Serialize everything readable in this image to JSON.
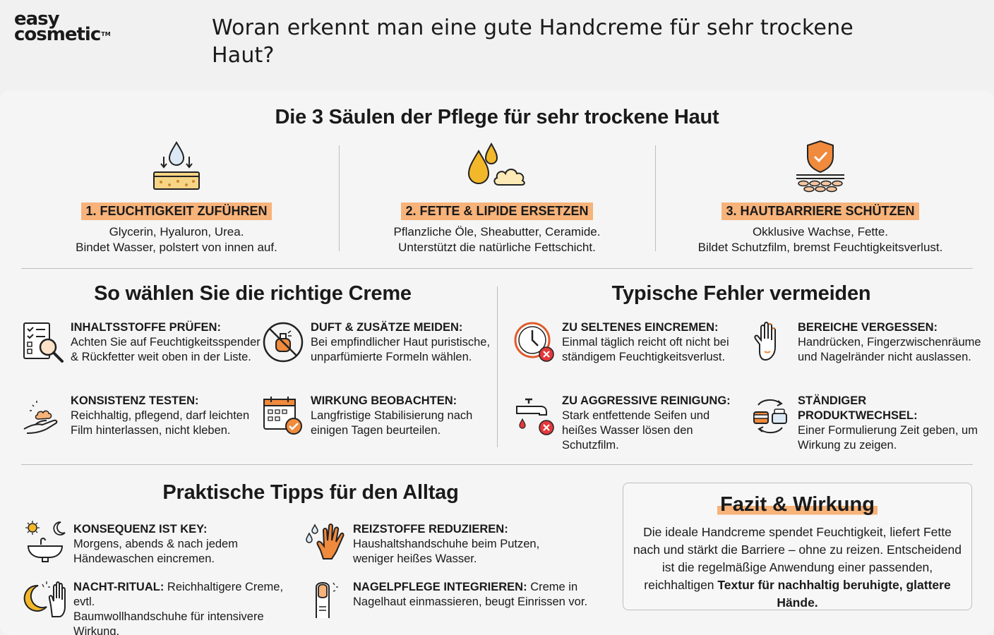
{
  "logo": {
    "line1": "easy",
    "line2": "cosmetic",
    "tm": "TM"
  },
  "question": "Woran erkennt man eine gute Handcreme für sehr trockene Haut?",
  "pillars_section": {
    "title": "Die 3 Säulen der Pflege für sehr trockene Haut",
    "items": [
      {
        "icon": "moisture-sponge-icon",
        "label": "1. FEUCHTIGKEIT ZUFÜHREN",
        "line1": "Glycerin, Hyaluron, Urea.",
        "line2": "Bindet Wasser, polstert von innen auf."
      },
      {
        "icon": "oil-drops-cream-icon",
        "label": "2. FETTE & LIPIDE ERSETZEN",
        "line1": "Pflanzliche Öle, Sheabutter, Ceramide.",
        "line2": "Unterstützt die natürliche Fettschicht."
      },
      {
        "icon": "shield-barrier-icon",
        "label": "3. HAUTBARRIERE SCHÜTZEN",
        "line1": "Okklusive Wachse, Fette.",
        "line2": "Bildet Schutzfilm, bremst Feuchtigkeitsverlust."
      }
    ]
  },
  "choose_section": {
    "title": "So wählen Sie die richtige Creme",
    "items": [
      {
        "icon": "ingredient-list-magnifier-icon",
        "title": "INHALTSSTOFFE PRÜFEN:",
        "line1": "Achten Sie auf Feuchtigkeitsspender",
        "line2": "& Rückfetter weit oben in der Liste."
      },
      {
        "icon": "no-perfume-icon",
        "title": "DUFT & ZUSÄTZE MEIDEN:",
        "line1": "Bei empfindlicher Haut puristische,",
        "line2": "unparfümierte Formeln wählen."
      },
      {
        "icon": "cream-on-hand-icon",
        "title": "KONSISTENZ TESTEN:",
        "line1": "Reichhaltig, pflegend, darf leichten",
        "line2": "Film hinterlassen, nicht kleben."
      },
      {
        "icon": "calendar-check-icon",
        "title": "WIRKUNG BEOBACHTEN:",
        "line1": "Langfristige Stabilisierung nach",
        "line2": "einigen Tagen beurteilen."
      }
    ]
  },
  "mistakes_section": {
    "title": "Typische Fehler vermeiden",
    "items": [
      {
        "icon": "clock-error-icon",
        "title": "ZU SELTENES EINCREMEN:",
        "line1": "Einmal täglich reicht oft nicht bei",
        "line2": "ständigem Feuchtigkeitsverlust."
      },
      {
        "icon": "hand-outline-icon",
        "title": "BEREICHE VERGESSEN:",
        "line1": "Handrücken, Fingerzwischenräume",
        "line2": "und Nagelränder nicht auslassen."
      },
      {
        "icon": "hot-water-tap-error-icon",
        "title": "ZU AGGRESSIVE REINIGUNG:",
        "line1": "Stark entfettende Seifen und",
        "line2": "heißes Wasser lösen den Schutzfilm."
      },
      {
        "icon": "product-switch-icon",
        "title": "STÄNDIGER PRODUKTWECHSEL:",
        "line1": "Einer Formulierung Zeit geben, um",
        "line2": "Wirkung zu zeigen."
      }
    ]
  },
  "tips_section": {
    "title": "Praktische Tipps für den Alltag",
    "items": [
      {
        "icon": "sun-moon-sink-icon",
        "title": "KONSEQUENZ IST KEY:",
        "line1": "Morgens, abends & nach jedem",
        "line2": "Händewaschen eincremen."
      },
      {
        "icon": "glove-drops-icon",
        "title": "REIZSTOFFE REDUZIEREN:",
        "line1": "Haushaltshandschuhe beim Putzen,",
        "line2": "weniger heißes Wasser."
      },
      {
        "icon": "moon-glove-icon",
        "title": "NACHT-RITUAL:",
        "line1": " Reichhaltigere Creme, evtl.",
        "line2": "Baumwollhandschuhe für intensivere Wirkung."
      },
      {
        "icon": "fingernail-icon",
        "title": "NAGELPFLEGE INTEGRIEREN:",
        "line1": " Creme in",
        "line2": "Nagelhaut einmassieren, beugt Einrissen vor."
      }
    ]
  },
  "fazit": {
    "title": "Fazit & Wirkung",
    "body": "Die ideale Handcreme spendet Feuchtigkeit, liefert Fette nach und stärkt die Barriere – ohne zu reizen. Entscheidend ist die regelmäßige Anwendung einer passenden, reichhaltigen ",
    "body_bold": "Textur für nachhaltig beruhigte, glattere Hände."
  },
  "colors": {
    "accent": "#f7b37a",
    "icon_orange": "#f08a3c",
    "error_red": "#e5383b",
    "text": "#1a1a1a"
  }
}
